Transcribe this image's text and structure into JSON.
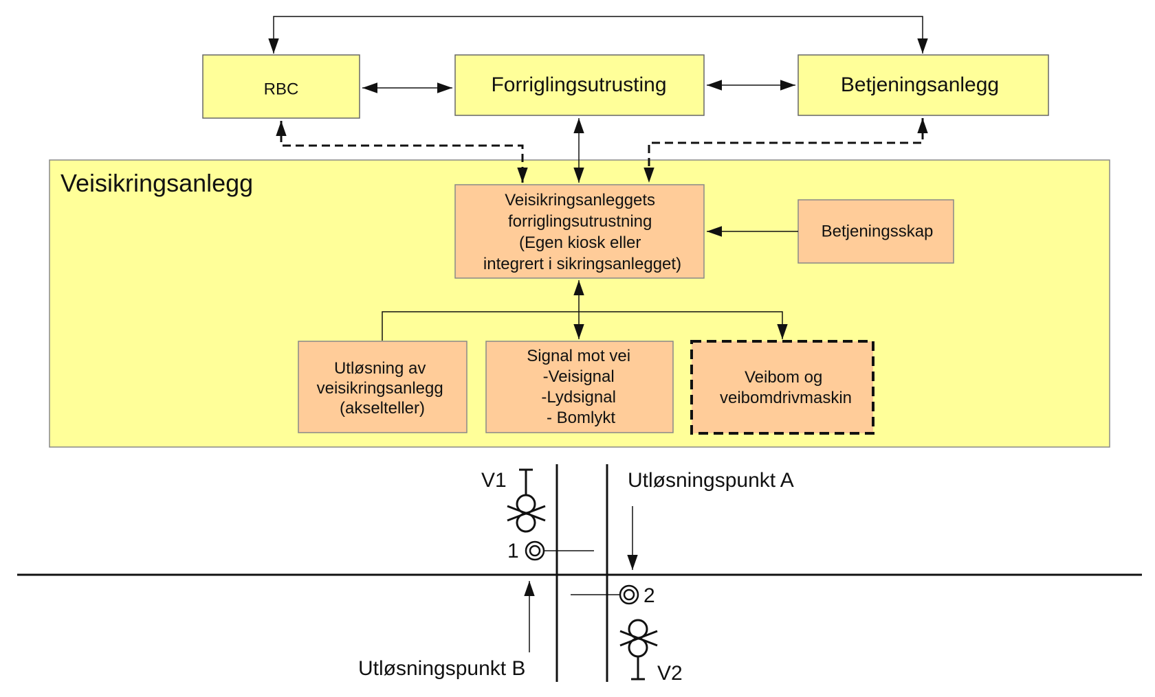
{
  "top": {
    "rbc": "RBC",
    "forrigling": "Forriglingsutrusting",
    "betjening": "Betjeningsanlegg"
  },
  "panel": {
    "title": "Veisikringsanlegg",
    "interlock_lines": [
      "Veisikringsanleggets",
      "forriglingsutrustning",
      "(Egen kiosk eller",
      "integrert i sikringsanlegget)"
    ],
    "control_cabinet": "Betjeningsskap",
    "trigger_lines": [
      "Utløsning av",
      "veisikringsanlegg",
      "(akselteller)"
    ],
    "signal_lines": [
      "Signal mot vei",
      "-Veisignal",
      "-Lydsignal",
      "- Bomlykt"
    ],
    "barrier_lines": [
      "Veibom og",
      "veibomdrivmaskin"
    ]
  },
  "track": {
    "point_a": "Utløsningspunkt A",
    "point_b": "Utløsningspunkt B",
    "v1": "V1",
    "v2": "V2",
    "n1": "1",
    "n2": "2"
  }
}
